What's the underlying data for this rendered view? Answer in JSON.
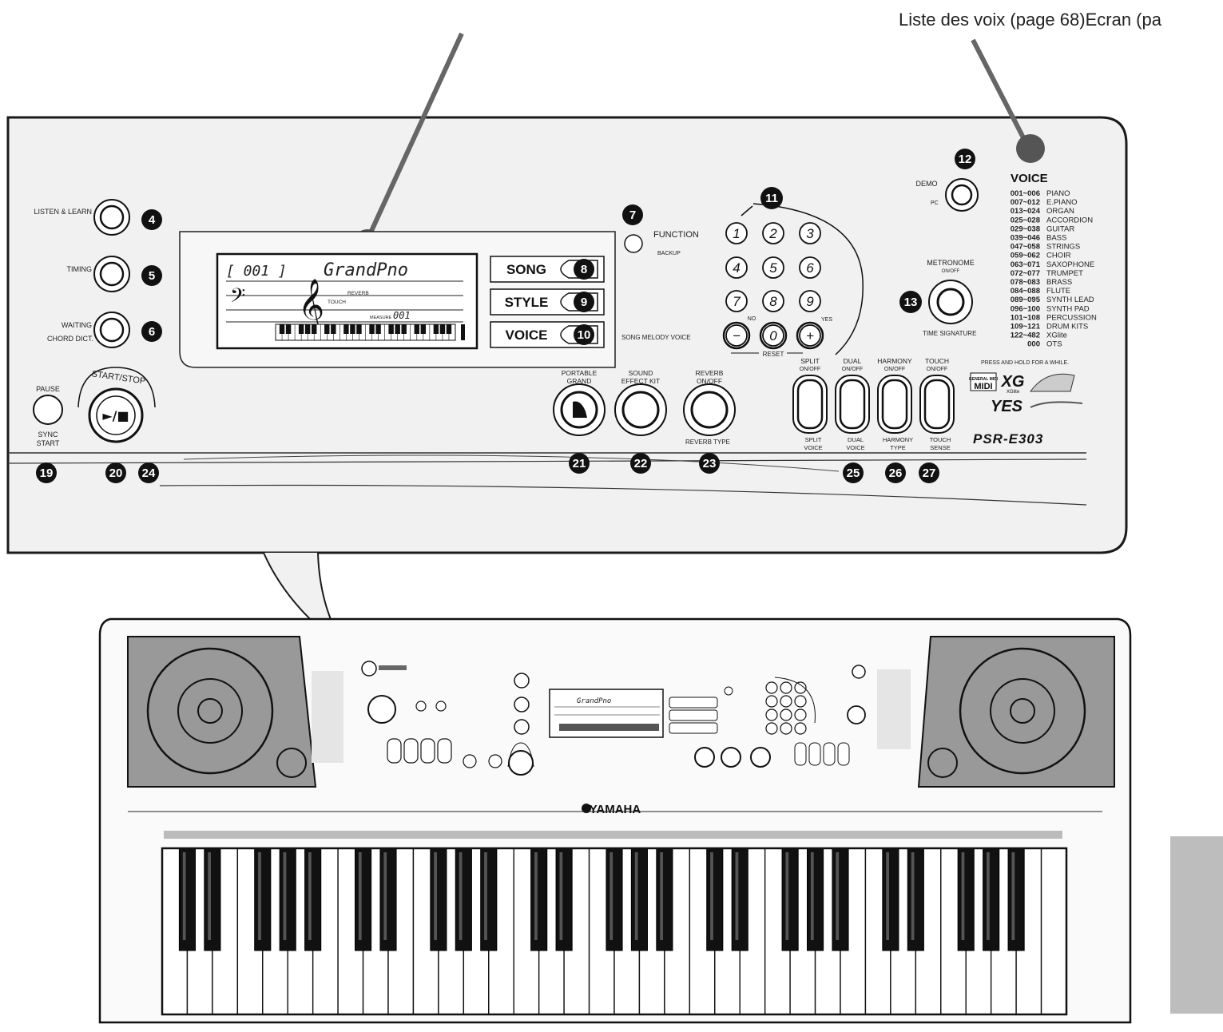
{
  "captions": {
    "top_right": "Liste des voix (page 68)Ecran (pa"
  },
  "panel": {
    "left_buttons": [
      {
        "label": "LISTEN & LEARN",
        "sub": "",
        "num": "4"
      },
      {
        "label": "TIMING",
        "sub": "",
        "num": "5"
      },
      {
        "label": "WAITING",
        "sub": "CHORD DICT.",
        "num": "6"
      }
    ],
    "pause": {
      "label": "PAUSE",
      "sub1": "SYNC",
      "sub2": "START"
    },
    "start_stop": {
      "label": "START/STOP",
      "glyph": "►/■"
    },
    "bottom_nums_left": [
      "19",
      "20",
      "24"
    ],
    "lcd": {
      "voice_number": "[ 001 ]",
      "voice_name": "GrandPno",
      "reverb": "REVERB",
      "touch": "TOUCH",
      "measure_label": "MEASURE",
      "measure_value": "001"
    },
    "function": {
      "num": "7",
      "label": "FUNCTION",
      "sub": "BACKUP"
    },
    "mode_buttons": [
      {
        "label": "SONG",
        "num": "8"
      },
      {
        "label": "STYLE",
        "num": "9"
      },
      {
        "label": "VOICE",
        "num": "10"
      }
    ],
    "song_melody_voice": "SONG MELODY VOICE",
    "numpad": {
      "num": "11",
      "keys": [
        "1",
        "2",
        "3",
        "4",
        "5",
        "6",
        "7",
        "8",
        "9",
        "−",
        "0",
        "+"
      ],
      "no": "NO",
      "yes": "YES",
      "reset": "RESET"
    },
    "round_buttons": [
      {
        "label1": "PORTABLE",
        "label2": "GRAND",
        "sub": "",
        "num": "21"
      },
      {
        "label1": "SOUND",
        "label2": "EFFECT KIT",
        "sub": "",
        "num": "22"
      },
      {
        "label1": "REVERB",
        "label2": "ON/OFF",
        "sub": "REVERB TYPE",
        "num": "23"
      }
    ],
    "toggle_buttons": [
      {
        "label1": "SPLIT",
        "label2": "ON/OFF",
        "sub1": "SPLIT",
        "sub2": "VOICE"
      },
      {
        "label1": "DUAL",
        "label2": "ON/OFF",
        "sub1": "DUAL",
        "sub2": "VOICE"
      },
      {
        "label1": "HARMONY",
        "label2": "ON/OFF",
        "sub1": "HARMONY",
        "sub2": "TYPE"
      },
      {
        "label1": "TOUCH",
        "label2": "ON/OFF",
        "sub1": "TOUCH",
        "sub2": "SENSE"
      }
    ],
    "bottom_nums_right": [
      "25",
      "26",
      "27"
    ],
    "demo": {
      "label": "DEMO",
      "sub": "PC",
      "num": "12"
    },
    "metronome": {
      "label1": "METRONOME",
      "label2": "ON/OFF",
      "sub": "TIME SIGNATURE",
      "num": "13"
    },
    "voice_header": "VOICE",
    "voice_list": [
      {
        "range": "001~006",
        "name": "PIANO"
      },
      {
        "range": "007~012",
        "name": "E.PIANO"
      },
      {
        "range": "013~024",
        "name": "ORGAN"
      },
      {
        "range": "025~028",
        "name": "ACCORDION"
      },
      {
        "range": "029~038",
        "name": "GUITAR"
      },
      {
        "range": "039~046",
        "name": "BASS"
      },
      {
        "range": "047~058",
        "name": "STRINGS"
      },
      {
        "range": "059~062",
        "name": "CHOIR"
      },
      {
        "range": "063~071",
        "name": "SAXOPHONE"
      },
      {
        "range": "072~077",
        "name": "TRUMPET"
      },
      {
        "range": "078~083",
        "name": "BRASS"
      },
      {
        "range": "084~088",
        "name": "FLUTE"
      },
      {
        "range": "089~095",
        "name": "SYNTH LEAD"
      },
      {
        "range": "096~100",
        "name": "SYNTH PAD"
      },
      {
        "range": "101~108",
        "name": "PERCUSSION"
      },
      {
        "range": "109~121",
        "name": "DRUM KITS"
      },
      {
        "range": "122~482",
        "name": "XGlite"
      },
      {
        "range": "000",
        "name": "OTS"
      }
    ],
    "press_hold": "PRESS AND HOLD FOR A WHILE.",
    "logos": {
      "gm": "GENERAL MIDI",
      "xg": "XG",
      "xglite": "XGlite",
      "model": "PSR-E303"
    }
  },
  "keyboard": {
    "brand": "YAMAHA",
    "white_keys": 36
  }
}
